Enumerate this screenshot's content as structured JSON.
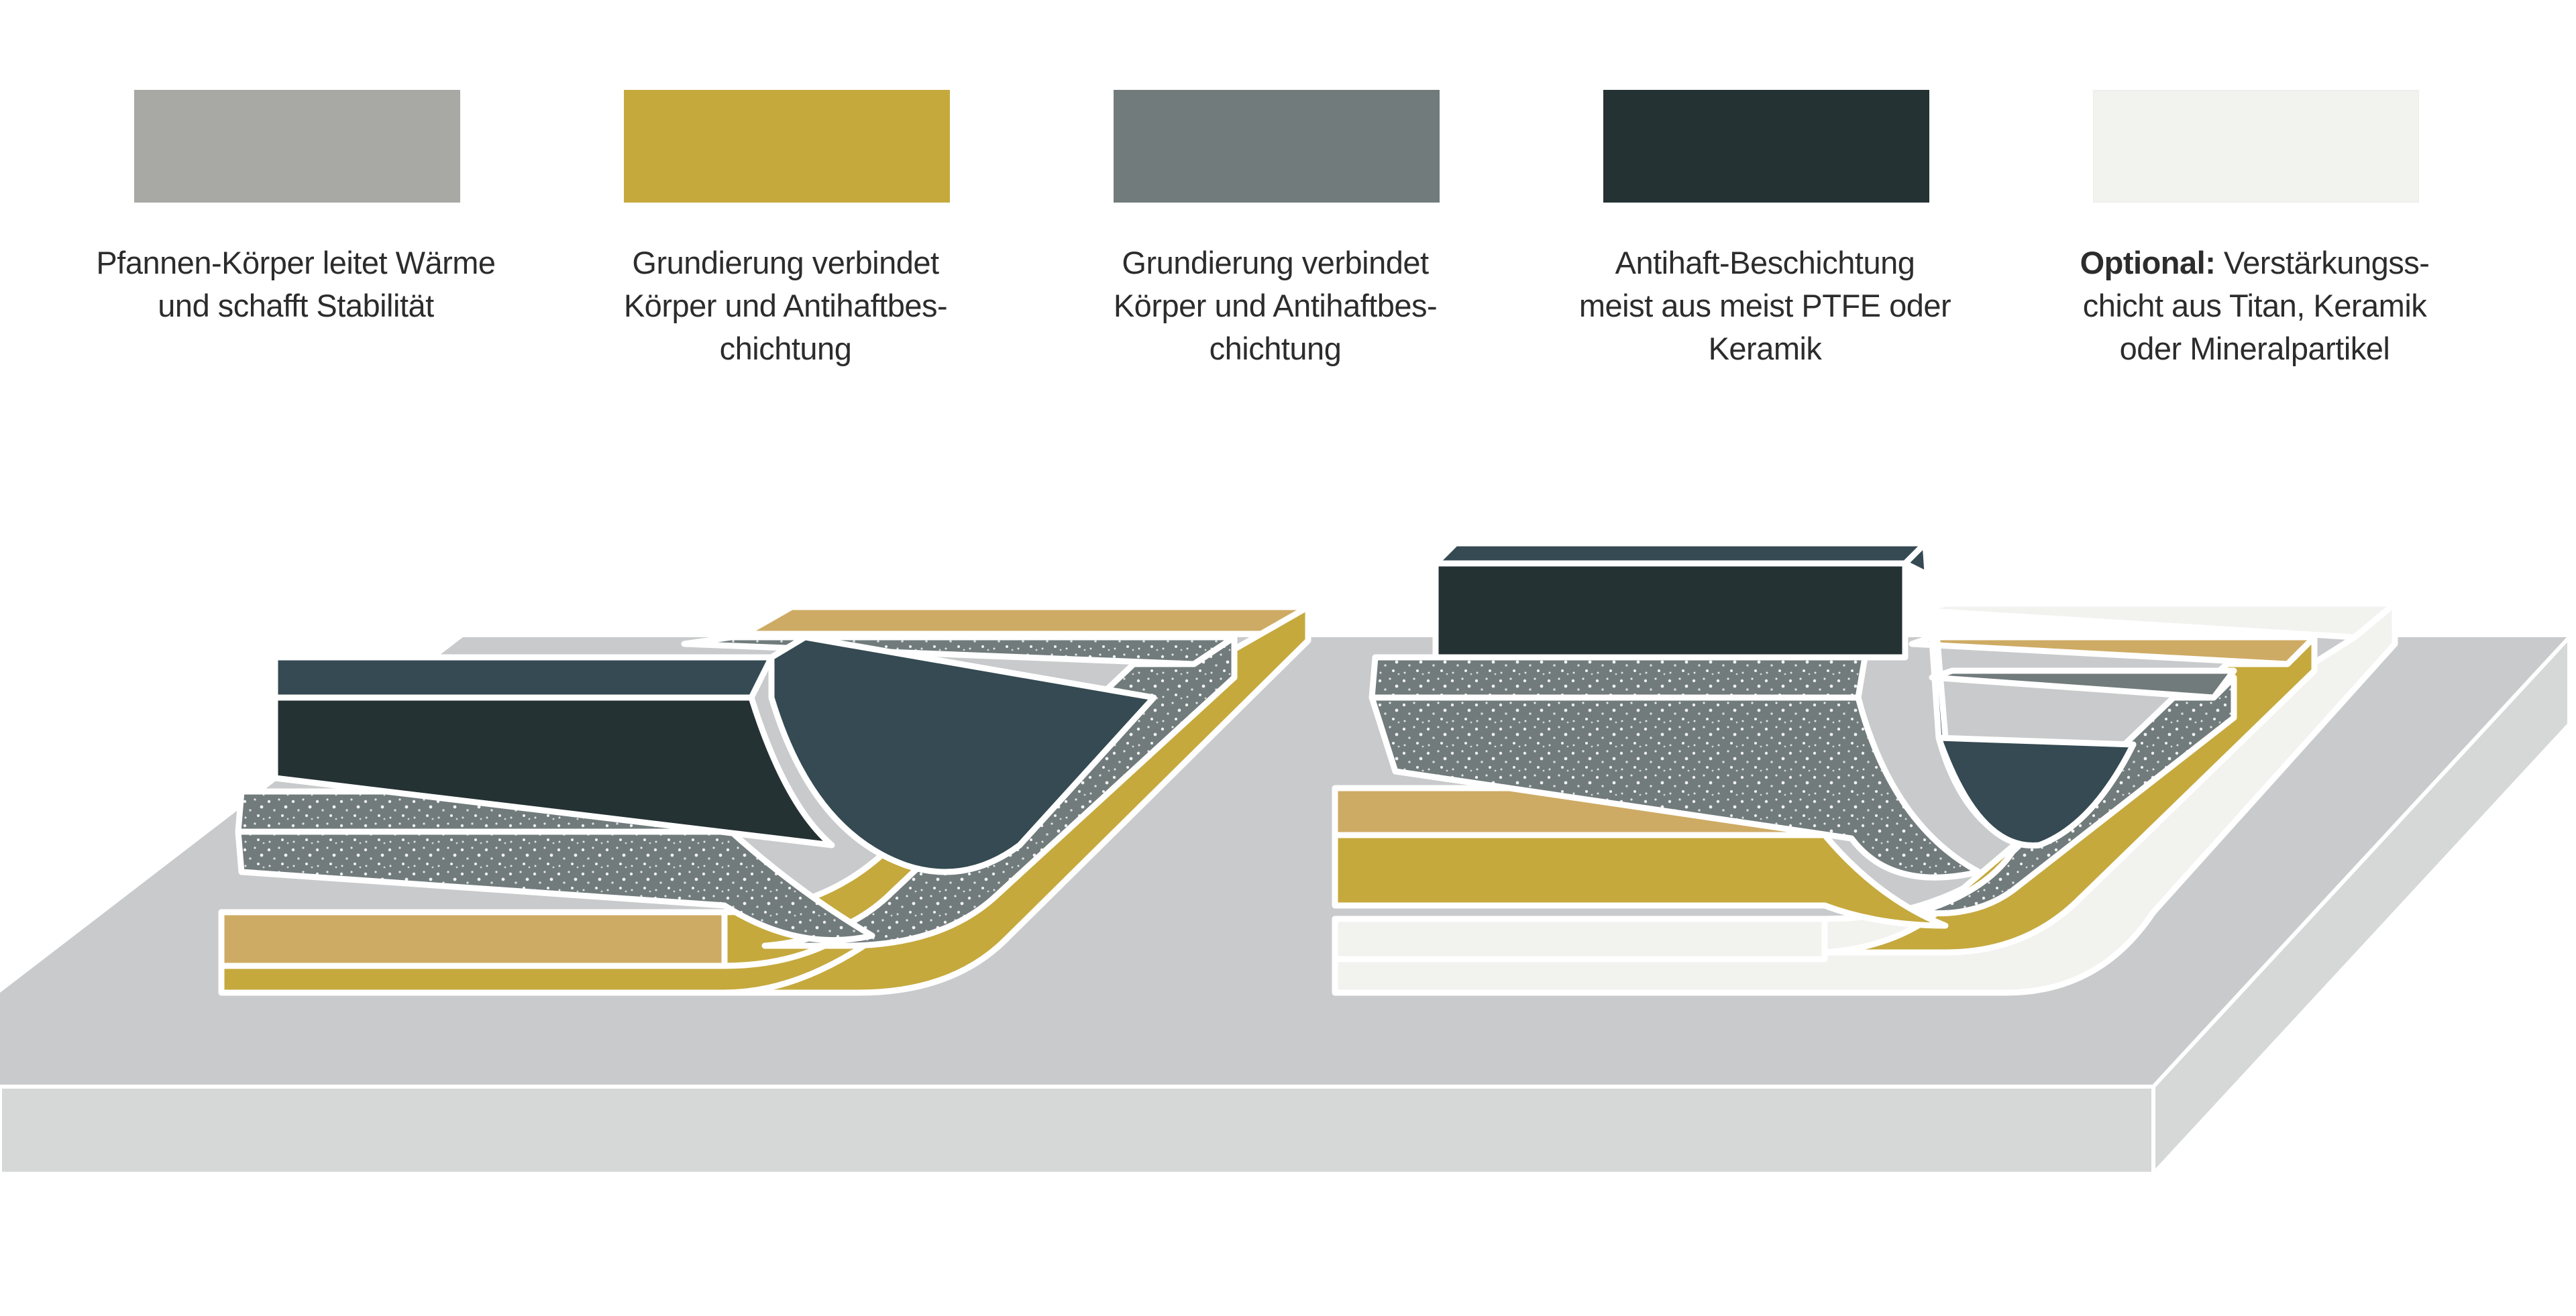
{
  "legend": [
    {
      "color": "#a8a8a4",
      "bold": "",
      "lines": [
        "Pfannen-Körper leitet Wärme",
        "und schafft Stabilität"
      ]
    },
    {
      "color": "#c5a93d",
      "bold": "",
      "lines": [
        "Grundierung verbindet",
        "Körper und Antihaftbes-",
        "chichtung"
      ]
    },
    {
      "color": "#717b7c",
      "bold": "",
      "lines": [
        "Grundierung verbindet",
        "Körper und Antihaftbes-",
        "chichtung"
      ]
    },
    {
      "color": "#253234",
      "bold": "",
      "lines": [
        "Antihaft-Beschichtung",
        "meist aus meist PTFE oder",
        "Keramik"
      ]
    },
    {
      "color": "#f2f2ef",
      "bold": "Optional:",
      "lines": [
        " Verstärkungss-",
        "chicht aus Titan, Keramik",
        "oder Mineralpartikel"
      ]
    }
  ],
  "colors": {
    "base_top": "#c8cacb",
    "base_front": "#d6d8d7",
    "gold": "#c5a93d",
    "gold_light": "#ceab64",
    "grey_speckle": "#717b7c",
    "dark": "#253234",
    "dark_face": "#354a52",
    "white_layer": "#f2f2ef"
  }
}
